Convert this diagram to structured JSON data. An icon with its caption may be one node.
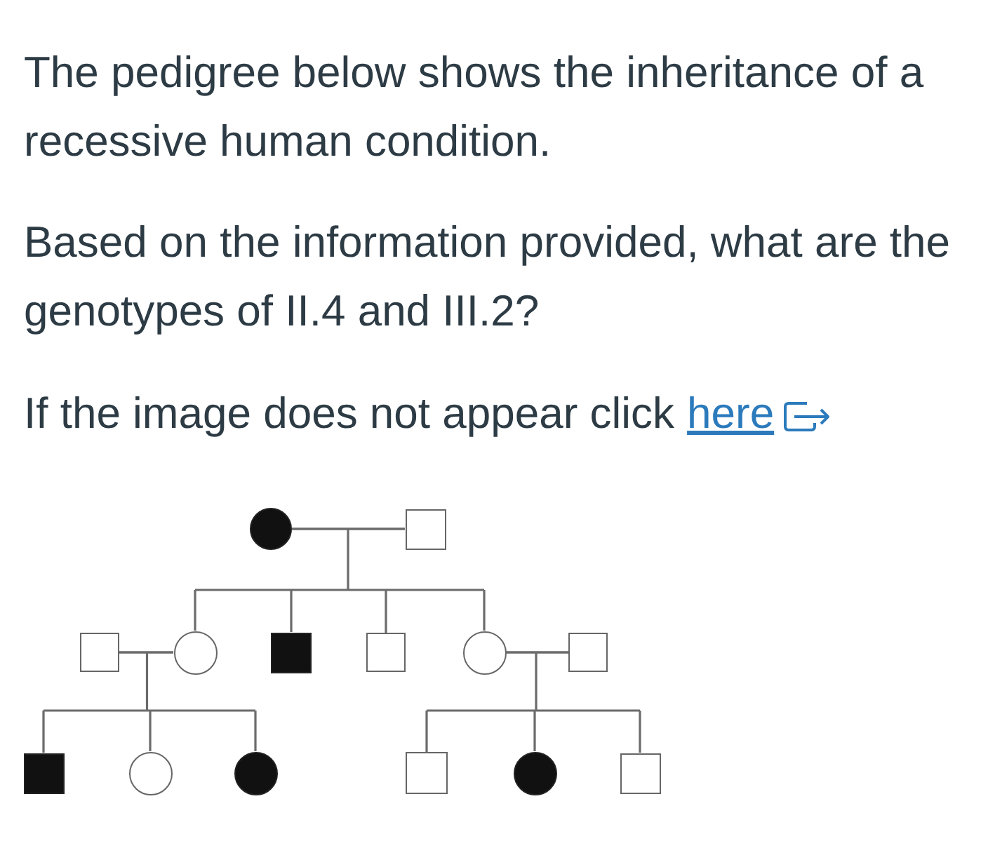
{
  "diagram": {
    "nodes": [
      {
        "text": [],
        "shape": "filled-circle"
      },
      {
        "text": [],
        "shape": "square"
      },
      {
        "text": [],
        "shape": "square"
      },
      {
        "text": [],
        "shape": "circle"
      },
      {
        "text": [],
        "shape": "filled-square"
      },
      {
        "text": [],
        "shape": "square"
      },
      {
        "text": [],
        "shape": "circle"
      },
      {
        "text": [],
        "shape": "square"
      },
      {
        "text": [],
        "shape": "filled-square"
      },
      {
        "text": [],
        "shape": "circle"
      },
      {
        "text": [],
        "shape": "filled-circle"
      },
      {
        "text": [],
        "shape": "square"
      },
      {
        "text": [],
        "shape": "filled-circle"
      },
      {
        "text": [],
        "shape": "square"
      }
    ],
    "edges": [
      {
        "from": 0,
        "to": 1,
        "arrow": "none"
      },
      {
        "from": 0,
        "to": 3,
        "arrow": "none"
      },
      {
        "from": 1,
        "to": 3,
        "arrow": "none"
      },
      {
        "from": 0,
        "to": 4,
        "arrow": "none"
      },
      {
        "from": 1,
        "to": 4,
        "arrow": "none"
      },
      {
        "from": 0,
        "to": 5,
        "arrow": "none"
      },
      {
        "from": 1,
        "to": 5,
        "arrow": "none"
      },
      {
        "from": 0,
        "to": 6,
        "arrow": "none"
      },
      {
        "from": 1,
        "to": 6,
        "arrow": "none"
      },
      {
        "from": 2,
        "to": 3,
        "arrow": "none"
      },
      {
        "from": 2,
        "to": 8,
        "arrow": "none"
      },
      {
        "from": 3,
        "to": 8,
        "arrow": "none"
      },
      {
        "from": 2,
        "to": 9,
        "arrow": "none"
      },
      {
        "from": 3,
        "to": 9,
        "arrow": "none"
      },
      {
        "from": 2,
        "to": 10,
        "arrow": "none"
      },
      {
        "from": 3,
        "to": 10,
        "arrow": "none"
      },
      {
        "from": 6,
        "to": 7,
        "arrow": "none"
      },
      {
        "from": 6,
        "to": 11,
        "arrow": "none"
      },
      {
        "from": 7,
        "to": 11,
        "arrow": "none"
      },
      {
        "from": 6,
        "to": 12,
        "arrow": "none"
      },
      {
        "from": 7,
        "to": 12,
        "arrow": "none"
      },
      {
        "from": 6,
        "to": 13,
        "arrow": "none"
      },
      {
        "from": 7,
        "to": 13,
        "arrow": "none"
      }
    ],
    "labels": [
      "The pedigree below shows the inheritance of a recessive human condition.",
      "Based on the information provided, what are the genotypes of II.4 and III.2?",
      "If the image does not appear click",
      "here"
    ]
  }
}
